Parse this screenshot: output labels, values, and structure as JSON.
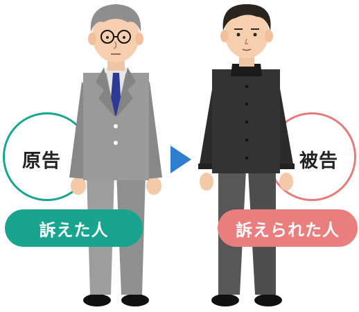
{
  "plaintiff": {
    "title": "原告",
    "caption": "訴えた人",
    "color": "#16a58f"
  },
  "defendant": {
    "title": "被告",
    "caption": "訴えられた人",
    "color": "#e8797a"
  },
  "arrow": {
    "color": "#2e7fd0",
    "icon": "right-triangle-arrow"
  }
}
